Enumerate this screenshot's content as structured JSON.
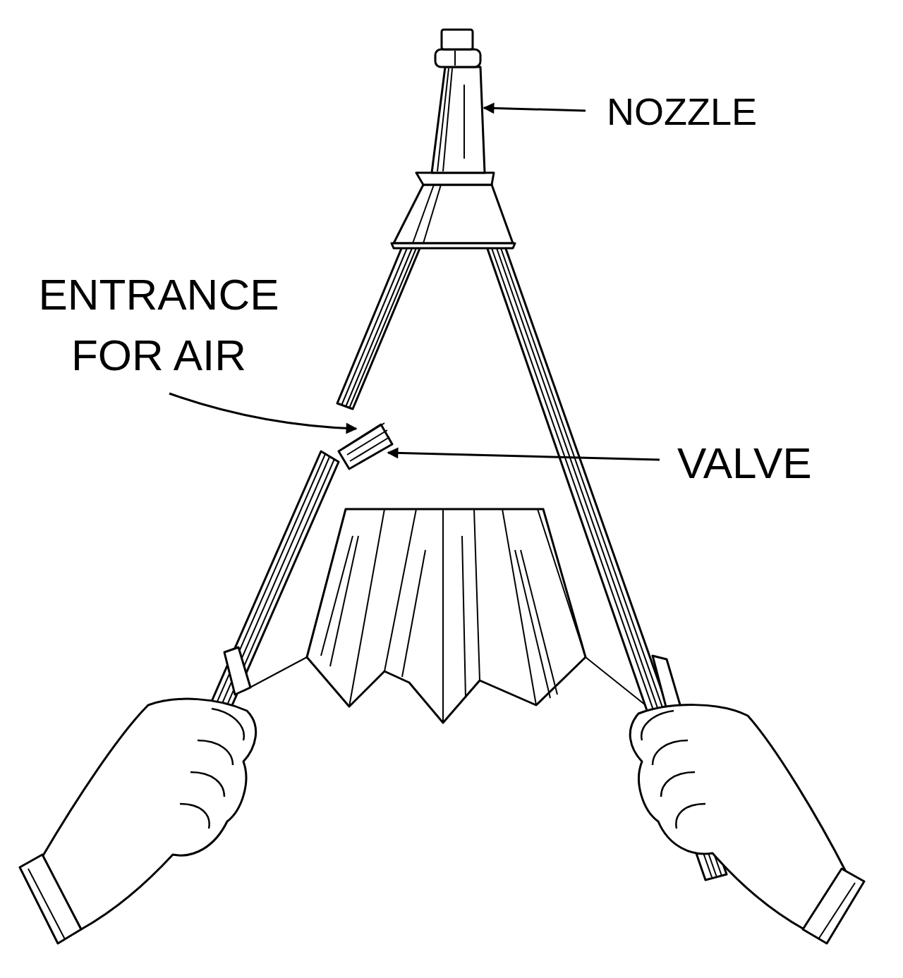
{
  "diagram": {
    "labels": [
      "NOZZLE",
      "ENTRANCE FOR AIR",
      "VALVE"
    ]
  }
}
